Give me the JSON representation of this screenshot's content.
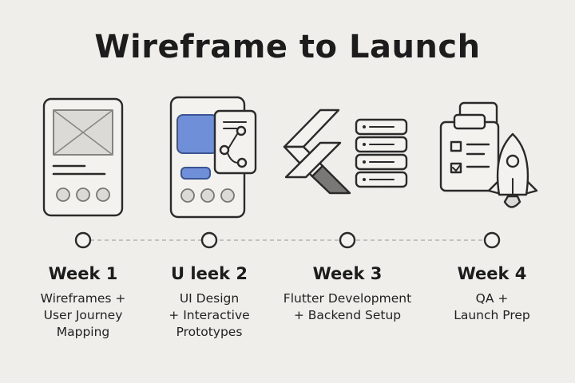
{
  "page": {
    "title": "Wireframe to Launch"
  },
  "steps": [
    {
      "title": "Week 1",
      "lines": [
        "Wireframes +",
        "User Journey",
        "Mapping"
      ],
      "icon": "wireframe-phone-icon"
    },
    {
      "title": "U leek 2",
      "lines": [
        "UI Design",
        "+ Interactive",
        "Prototypes"
      ],
      "icon": "ui-prototype-icon"
    },
    {
      "title": "Week 3",
      "lines": [
        "Flutter Development",
        "+ Backend Setup"
      ],
      "icon": "flutter-server-icon"
    },
    {
      "title": "Week 4",
      "lines": [
        "QA +",
        "Launch Prep"
      ],
      "icon": "checklist-rocket-icon"
    }
  ],
  "colors": {
    "background": "#f0eeea",
    "stroke": "#2a2a2a",
    "accent_blue": "#6f8fd8",
    "placeholder_gray": "#dcdad6",
    "timeline_dash": "#b5b3ae"
  }
}
